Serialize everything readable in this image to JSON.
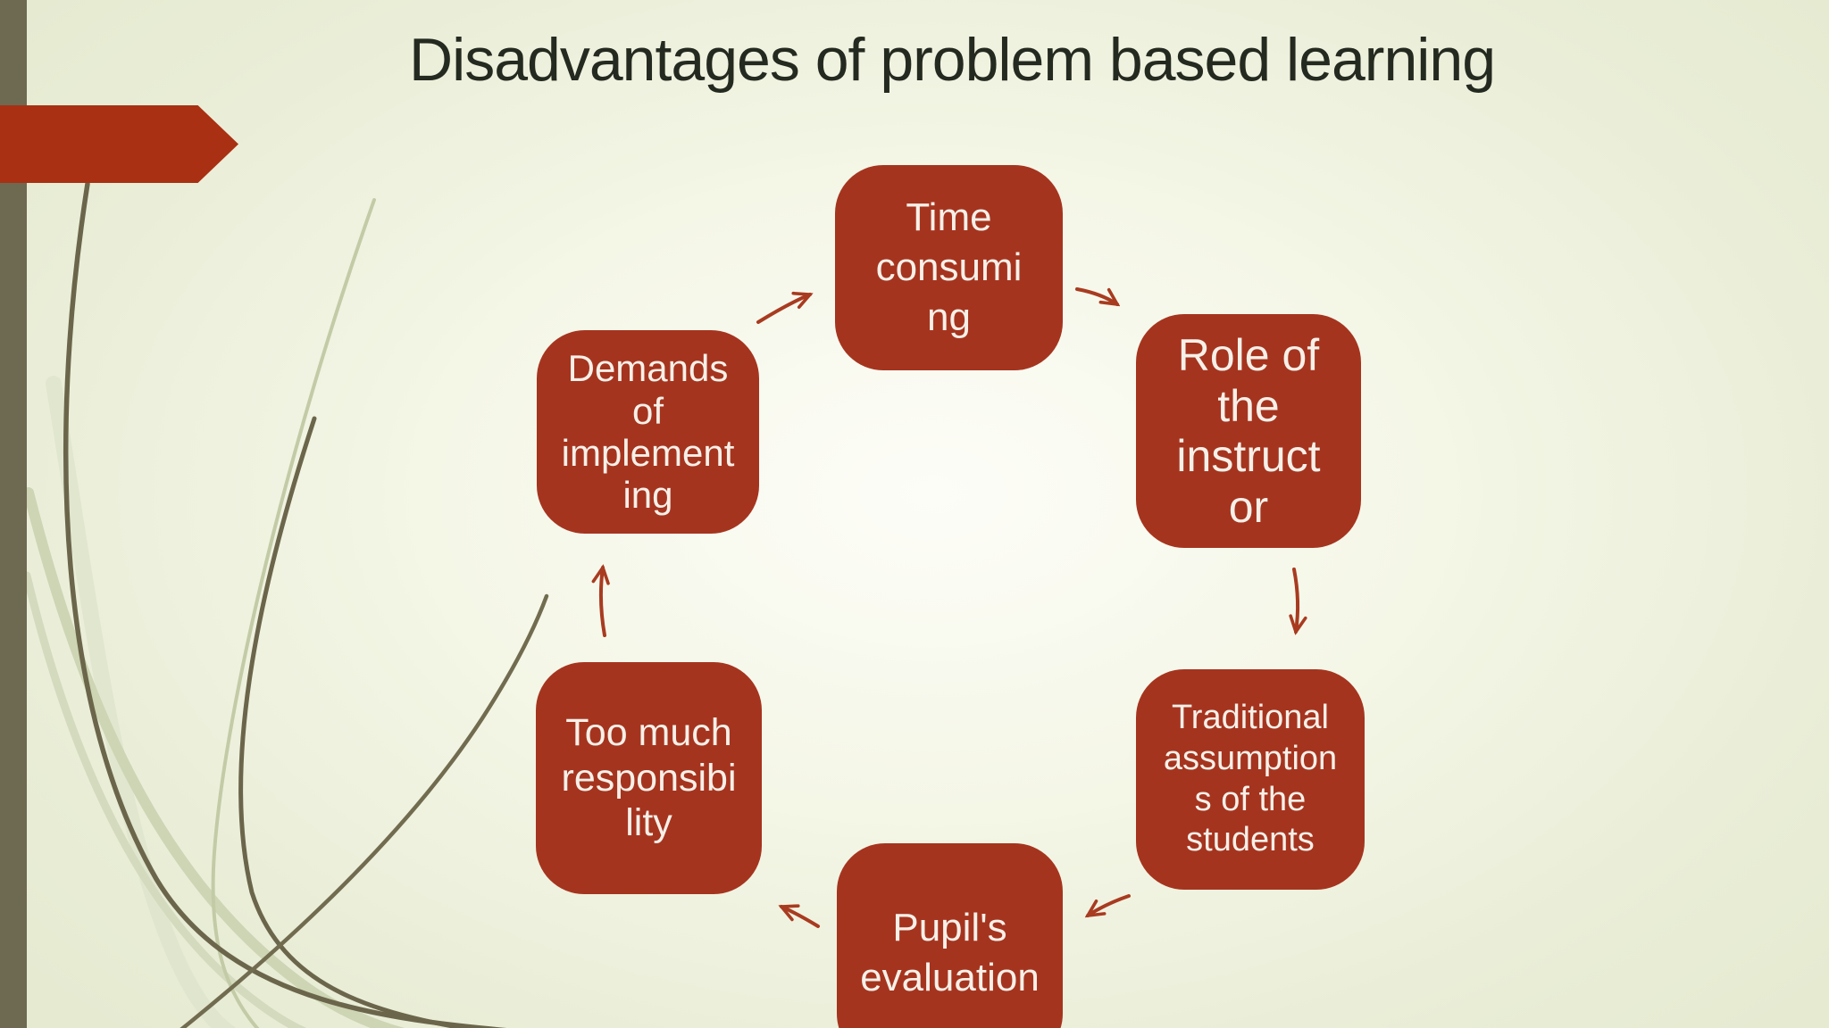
{
  "slide": {
    "title": "Disadvantages of problem based learning",
    "colors": {
      "node_fill": "#a5341f",
      "node_text": "#f5f0e8",
      "banner": "#a93013",
      "sidebar_bar": "#6e6951",
      "title_text": "#242a20",
      "arrow": "#a83b20",
      "background_center": "#fdfdf8",
      "background_edge": "#e3e8cd",
      "grass_dark": "#6b664b",
      "grass_light": "#cdd5b4"
    }
  },
  "diagram": {
    "type": "cycle",
    "direction": "clockwise",
    "nodes": [
      {
        "id": "time-consuming",
        "label": "Time consuming",
        "label_wrapped": "Time\nconsumi\nng",
        "position": "top"
      },
      {
        "id": "role-of-the-instructor",
        "label": "Role of the instructor",
        "label_wrapped": "Role of\nthe\ninstruct\nor",
        "position": "top-right"
      },
      {
        "id": "traditional-assumptions",
        "label": "Traditional assumptions of the students",
        "label_wrapped": "Traditional\nassumption\ns of the\nstudents",
        "position": "bottom-right"
      },
      {
        "id": "pupils-evaluation",
        "label": "Pupil's evaluation",
        "label_wrapped": "Pupil's\nevaluation",
        "position": "bottom"
      },
      {
        "id": "too-much-responsibility",
        "label": "Too much responsibility",
        "label_wrapped": "Too much\nresponsibi\nlity",
        "position": "bottom-left"
      },
      {
        "id": "demands-of-implementing",
        "label": "Demands of implementing",
        "label_wrapped": "Demands\nof\nimplement\ning",
        "position": "top-left"
      }
    ],
    "arrows": [
      {
        "from": "demands-of-implementing",
        "to": "time-consuming"
      },
      {
        "from": "time-consuming",
        "to": "role-of-the-instructor"
      },
      {
        "from": "role-of-the-instructor",
        "to": "traditional-assumptions"
      },
      {
        "from": "traditional-assumptions",
        "to": "pupils-evaluation"
      },
      {
        "from": "pupils-evaluation",
        "to": "too-much-responsibility"
      },
      {
        "from": "too-much-responsibility",
        "to": "demands-of-implementing"
      }
    ]
  }
}
